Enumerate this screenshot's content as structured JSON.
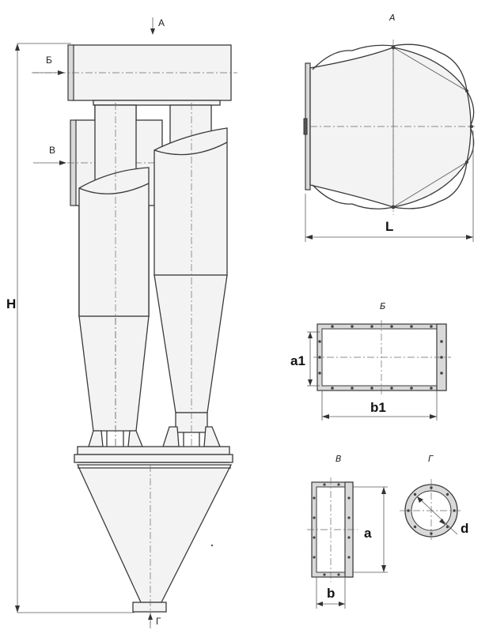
{
  "labels": {
    "view_top": "А",
    "inlet_upper": "Б",
    "inlet_lower": "В",
    "outlet_bottom": "Г",
    "height_dim": "H"
  },
  "view_a": {
    "title": "А",
    "dim_length": "L"
  },
  "view_b": {
    "title": "Б",
    "dim_a1": "a1",
    "dim_b1": "b1"
  },
  "view_v": {
    "title": "В",
    "dim_a": "a",
    "dim_b": "b"
  },
  "view_g": {
    "title": "Г",
    "dim_d": "d"
  }
}
